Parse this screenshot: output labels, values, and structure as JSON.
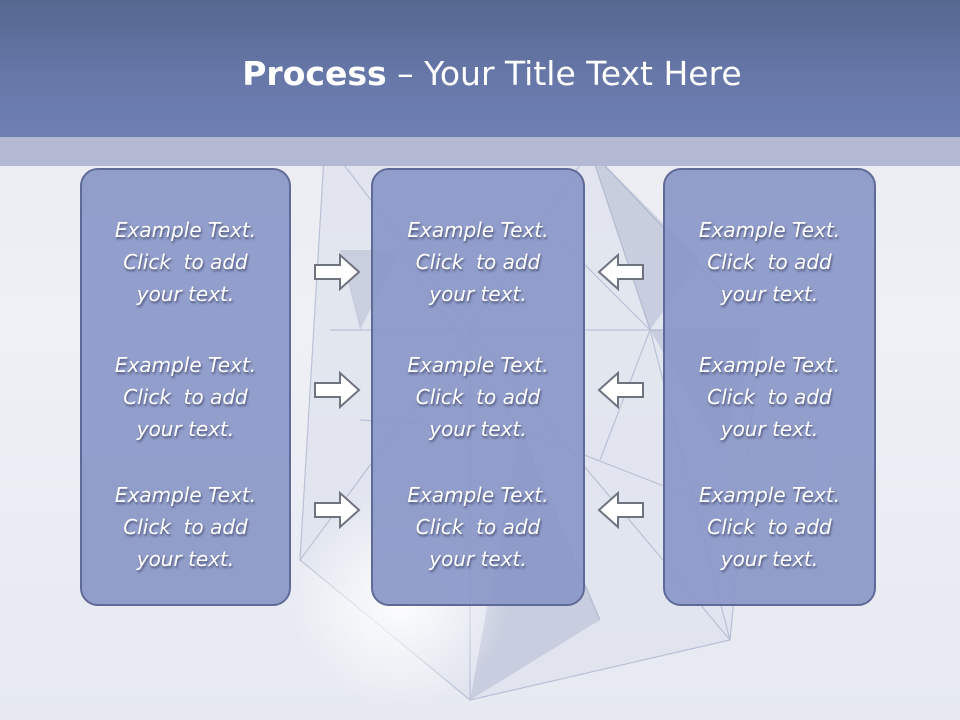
{
  "title": {
    "bold": "Process",
    "rest": " – Your Title Text Here"
  },
  "columns": [
    {
      "items": [
        {
          "line1": "Example Text.",
          "line2": "Click  to add",
          "line3": "your text."
        },
        {
          "line1": "Example Text.",
          "line2": "Click  to add",
          "line3": "your text."
        },
        {
          "line1": "Example Text.",
          "line2": "Click  to add",
          "line3": "your text."
        }
      ]
    },
    {
      "items": [
        {
          "line1": "Example Text.",
          "line2": "Click  to add",
          "line3": "your text."
        },
        {
          "line1": "Example Text.",
          "line2": "Click  to add",
          "line3": "your text."
        },
        {
          "line1": "Example Text.",
          "line2": "Click  to add",
          "line3": "your text."
        }
      ]
    },
    {
      "items": [
        {
          "line1": "Example Text.",
          "line2": "Click  to add",
          "line3": "your text."
        },
        {
          "line1": "Example Text.",
          "line2": "Click  to add",
          "line3": "your text."
        },
        {
          "line1": "Example Text.",
          "line2": "Click  to add",
          "line3": "your text."
        }
      ]
    }
  ],
  "arrows": {
    "left_group": "arrow-right-icon",
    "right_group": "arrow-left-icon"
  },
  "colors": {
    "title_bar": "#6677a8",
    "stripe": "#b3b9d3",
    "box_fill": "#8a97c7",
    "box_border": "#5f6a98"
  }
}
